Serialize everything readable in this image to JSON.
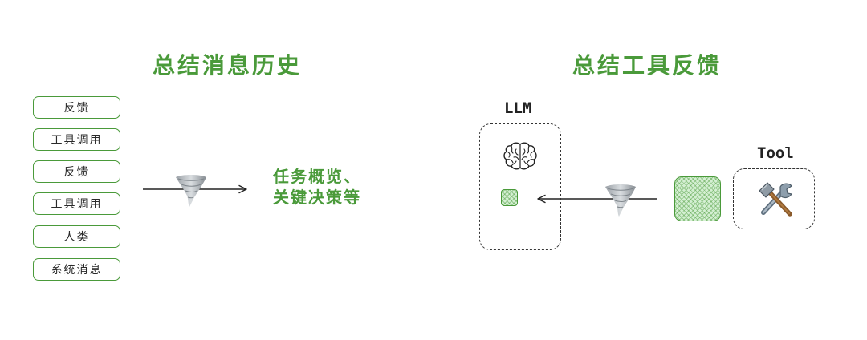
{
  "left_panel": {
    "title": "总结消息历史",
    "messages": [
      {
        "label": "反馈"
      },
      {
        "label": "工具调用"
      },
      {
        "label": "反馈"
      },
      {
        "label": "工具调用"
      },
      {
        "label": "人类"
      },
      {
        "label": "系统消息"
      }
    ],
    "summary_line1": "任务概览、",
    "summary_line2": "关键决策等"
  },
  "right_panel": {
    "title": "总结工具反馈",
    "llm_label": "LLM",
    "tool_label": "Tool"
  },
  "icons": {
    "tornado": "tornado-icon",
    "brain": "brain-icon",
    "tools": "hammer-wrench-icon"
  },
  "colors": {
    "accent_green": "#4a9a3a",
    "hatch_fill": "#d4efd2",
    "dashed_border": "#333333"
  }
}
